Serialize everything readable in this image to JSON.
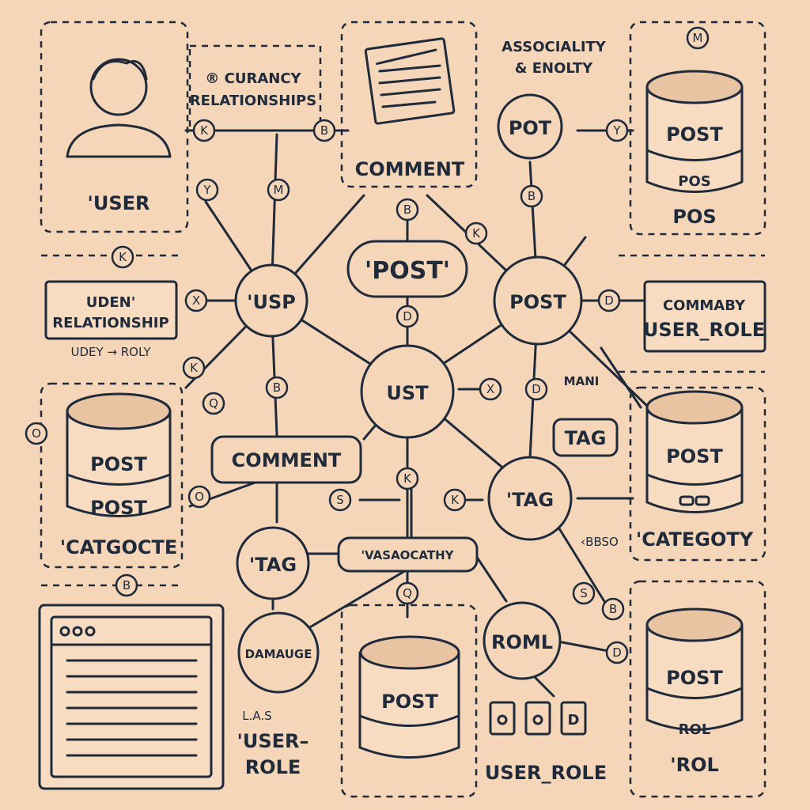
{
  "palette": {
    "background": "#f6d6b9",
    "ink": "#1f2a3a"
  },
  "panels": {
    "user": {
      "label": "'USER",
      "icon": "user-silhouette-icon"
    },
    "currency": {
      "line1": "® CURANCY",
      "line2": "RELATIONSHIPS"
    },
    "comment_doc": {
      "label": "COMMENT",
      "icon": "document-icon"
    },
    "assoc": {
      "line1": "ASSOCIALITY",
      "line2": "& ENOLTY"
    },
    "db_top_right": {
      "top": "POST",
      "bottom": "POS",
      "caption": "POS"
    },
    "user_rel": {
      "line1": "UDEN'",
      "line2": "RELATIONSHIP",
      "sub": "UDEY → ROLY"
    },
    "db_left": {
      "top": "POST",
      "bottom": "POST",
      "caption": "'CATGOCTE"
    },
    "user_role_box": {
      "line1": "COMMABY",
      "line2": "USER_ROLE"
    },
    "db_right": {
      "top": "POST",
      "caption": "'CATEGOTY"
    },
    "window_panel": {
      "icon": "browser-window-icon"
    },
    "db_bottom": {
      "top": "POST",
      "caption_line1": "'USER–",
      "caption_line2": "ROLE",
      "small": "L.A.S"
    },
    "user_role_bottom": {
      "caption": "USER_ROLE"
    },
    "db_bottom_right": {
      "top": "POST",
      "bottom": "ROL",
      "caption": "'ROL"
    }
  },
  "nodes": {
    "usp": "'USP",
    "post_center_top": "'POST'",
    "post_right": "POST",
    "pot": "POT",
    "center": "UST",
    "comment_mid": "COMMENT",
    "tag_right": "'TAG",
    "tag_left": "'TAG",
    "tag_box": "TAG",
    "assoc_box": "'VASAOCATHY",
    "damage": "DAMAUGE",
    "roml": "ROML",
    "mani": "MANI",
    "code_tag": "‹BBSO"
  },
  "markers": [
    "K",
    "B",
    "Y",
    "M",
    "K",
    "B",
    "K",
    "Q",
    "B",
    "D",
    "X",
    "D",
    "O",
    "S"
  ]
}
